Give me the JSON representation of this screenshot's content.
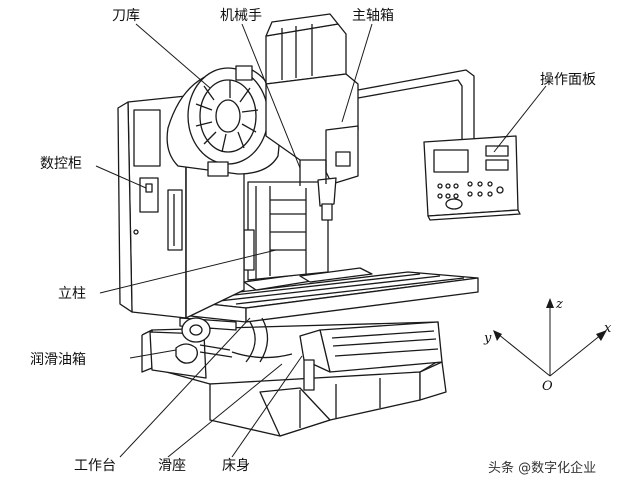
{
  "labels": {
    "tool_magazine": "刀库",
    "manipulator": "机械手",
    "spindle_box": "主轴箱",
    "control_panel": "操作面板",
    "cnc_cabinet": "数控柜",
    "column": "立柱",
    "lube_tank": "润滑油箱",
    "worktable": "工作台",
    "saddle": "滑座",
    "bed": "床身"
  },
  "axes": {
    "x": "x",
    "y": "y",
    "z": "z",
    "origin": "O"
  },
  "watermark": "头条 @数字化企业",
  "colors": {
    "line": "#1a1a1a",
    "background": "#ffffff"
  }
}
